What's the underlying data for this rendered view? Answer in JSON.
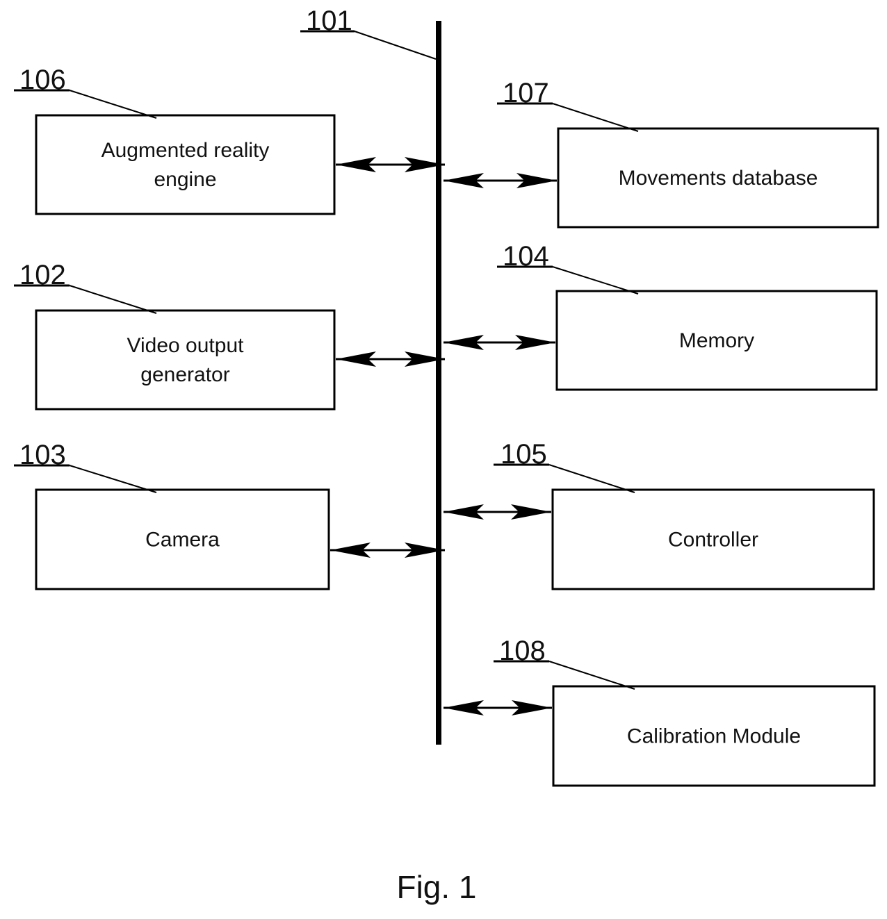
{
  "bus": {
    "ref": "101"
  },
  "blocks": [
    {
      "id": "ar-engine",
      "ref": "106",
      "lines": [
        "Augmented reality",
        "engine"
      ]
    },
    {
      "id": "movements-db",
      "ref": "107",
      "lines": [
        "Movements database"
      ]
    },
    {
      "id": "video-output",
      "ref": "102",
      "lines": [
        "Video output",
        "generator"
      ]
    },
    {
      "id": "memory",
      "ref": "104",
      "lines": [
        "Memory"
      ]
    },
    {
      "id": "camera",
      "ref": "103",
      "lines": [
        "Camera"
      ]
    },
    {
      "id": "controller",
      "ref": "105",
      "lines": [
        "Controller"
      ]
    },
    {
      "id": "calibration",
      "ref": "108",
      "lines": [
        "Calibration Module"
      ]
    }
  ],
  "caption": "Fig. 1"
}
